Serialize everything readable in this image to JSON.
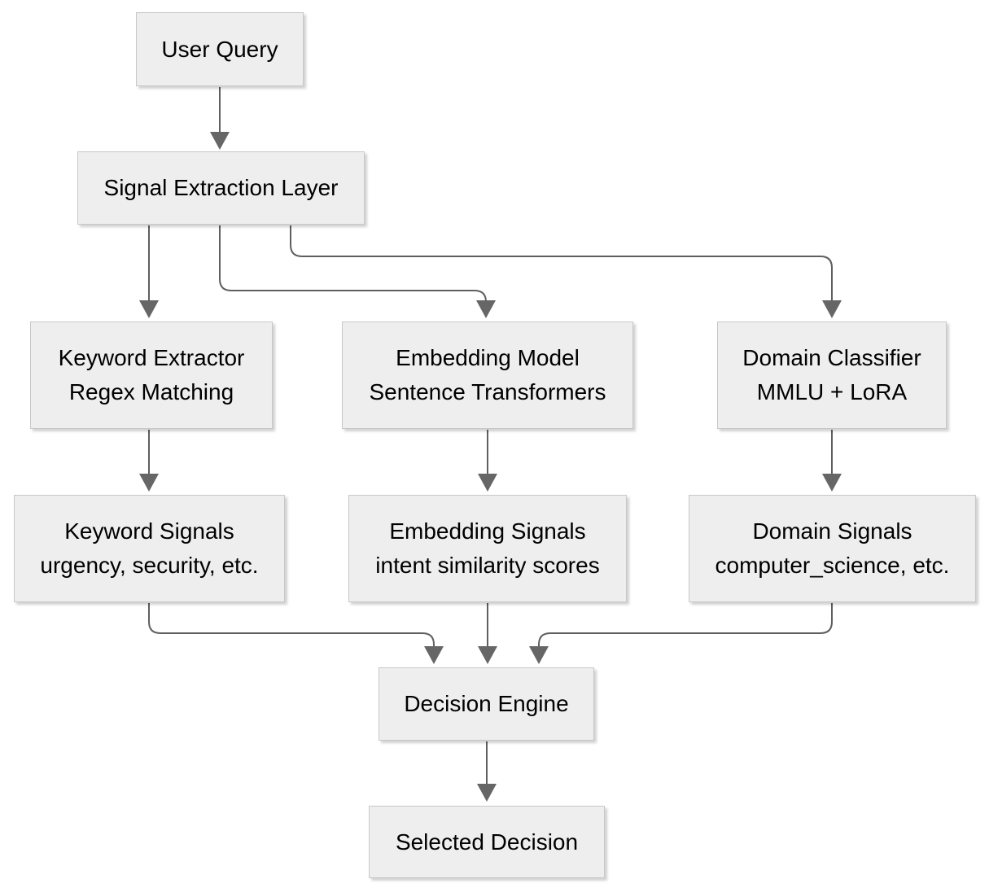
{
  "colors": {
    "background": "#ffffff",
    "box_fill": "#eeeeee",
    "box_border": "#c8c8c8",
    "connector_line": "#5f5f5f",
    "arrowhead": "#666666",
    "text": "#000000"
  },
  "nodes": {
    "user_query": {
      "line1": "User Query"
    },
    "signal_extraction_layer": {
      "line1": "Signal Extraction Layer"
    },
    "keyword_extractor": {
      "line1": "Keyword Extractor",
      "line2": "Regex Matching"
    },
    "embedding_model": {
      "line1": "Embedding Model",
      "line2": "Sentence Transformers"
    },
    "domain_classifier": {
      "line1": "Domain Classifier",
      "line2": "MMLU + LoRA"
    },
    "keyword_signals": {
      "line1": "Keyword Signals",
      "line2": "urgency, security, etc."
    },
    "embedding_signals": {
      "line1": "Embedding Signals",
      "line2": "intent similarity scores"
    },
    "domain_signals": {
      "line1": "Domain Signals",
      "line2": "computer_science, etc."
    },
    "decision_engine": {
      "line1": "Decision Engine"
    },
    "selected_decision": {
      "line1": "Selected Decision"
    }
  },
  "edges": [
    "user_query -> signal_extraction_layer",
    "signal_extraction_layer -> keyword_extractor",
    "signal_extraction_layer -> embedding_model",
    "signal_extraction_layer -> domain_classifier",
    "keyword_extractor -> keyword_signals",
    "embedding_model -> embedding_signals",
    "domain_classifier -> domain_signals",
    "keyword_signals -> decision_engine",
    "embedding_signals -> decision_engine",
    "domain_signals -> decision_engine",
    "decision_engine -> selected_decision"
  ]
}
